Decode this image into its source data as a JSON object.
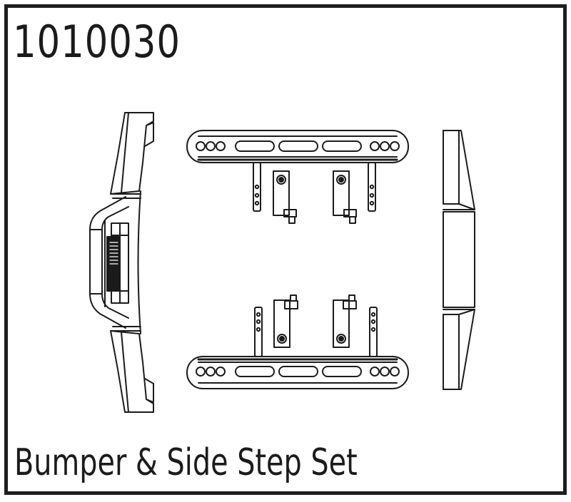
{
  "product": {
    "part_number": "1010030",
    "name": "Bumper & Side Step Set"
  },
  "illustration": {
    "components": [
      {
        "id": "front-bumper",
        "label": "Front bumper (side view)"
      },
      {
        "id": "side-step-top",
        "label": "Side step rail with mounting brackets (upper)"
      },
      {
        "id": "side-step-bottom",
        "label": "Side step rail with mounting brackets (lower)"
      },
      {
        "id": "rear-bumper",
        "label": "Rear bumper (side view)"
      }
    ],
    "colors": {
      "line": "#1b1b1b",
      "background": "#ffffff",
      "frame": "#1e1e1e"
    }
  }
}
